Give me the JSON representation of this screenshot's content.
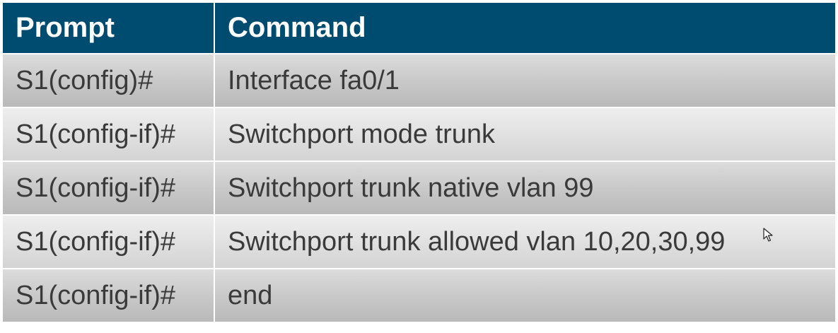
{
  "table": {
    "headers": [
      "Prompt",
      "Command"
    ],
    "rows": [
      {
        "prompt": "S1(config)#",
        "command": "Interface fa0/1"
      },
      {
        "prompt": "S1(config-if)#",
        "command": "Switchport mode trunk"
      },
      {
        "prompt": "S1(config-if)#",
        "command": "Switchport trunk native vlan 99"
      },
      {
        "prompt": "S1(config-if)#",
        "command": "Switchport trunk allowed vlan 10,20,30,99"
      },
      {
        "prompt": "S1(config-if)#",
        "command": "end"
      }
    ]
  },
  "colors": {
    "header_bg": "#004b70",
    "header_text": "#ffffff",
    "row_text": "#3a3a3a",
    "row_bg_dark": "#c9c9c9",
    "row_bg_light": "#e1e1e1"
  },
  "icons": {
    "cursor": "mouse-pointer-icon"
  }
}
